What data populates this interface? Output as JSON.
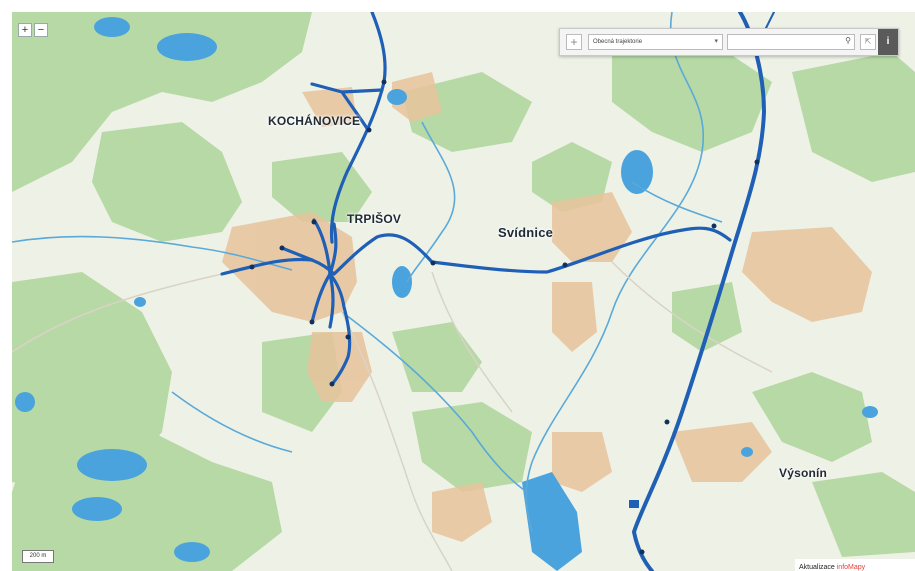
{
  "map": {
    "towns": [
      {
        "id": "kochanovice",
        "label": "KOCHÁNOVICE"
      },
      {
        "id": "trpisov",
        "label": "TRPIŠOV"
      },
      {
        "id": "svidnice",
        "label": "Svídnice"
      },
      {
        "id": "vysonin",
        "label": "Výsonín"
      }
    ]
  },
  "toolbar": {
    "plus_label": "+",
    "select_value": "Obecná trajektorie",
    "search_placeholder": "",
    "info_label": "i"
  },
  "zoom": {
    "in_label": "+",
    "out_label": "−"
  },
  "scale_label": "200 m",
  "attribution": {
    "prefix": "Aktualizace ",
    "brand": "infoMapy"
  },
  "colors": {
    "route": "#1f5fb5",
    "forest": "#b6d8a4",
    "water": "#4aa3dc",
    "built": "#e6c39a",
    "background": "#eef2e6"
  }
}
